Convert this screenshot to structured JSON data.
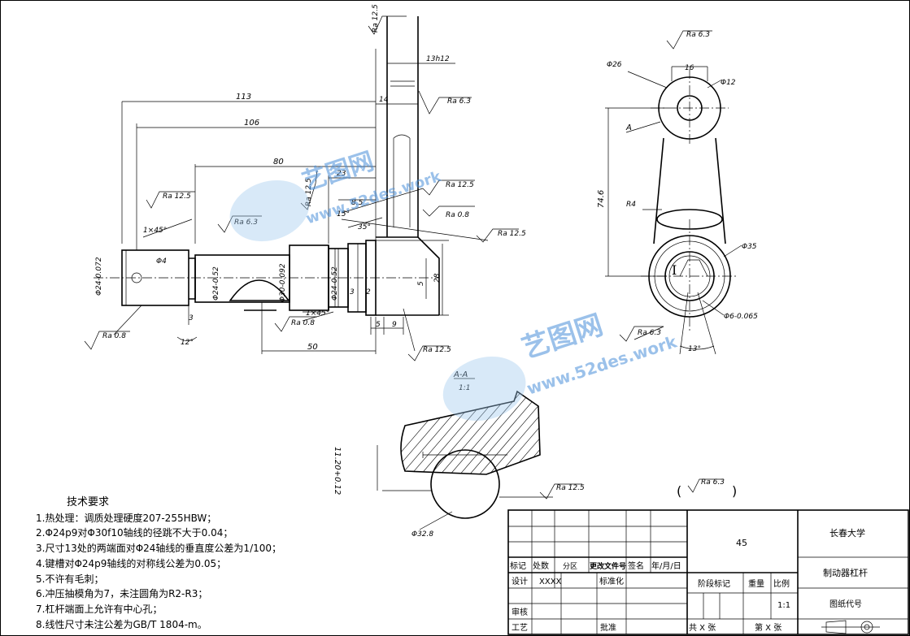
{
  "notes": {
    "title": "技术要求",
    "items": [
      "1.热处理：调质处理硬度207-255HBW；",
      "2.Φ24p9对Φ30f10轴线的径跳不大于0.04；",
      "3.尺寸13处的两端面对Φ24轴线的垂直度公差为1/100；",
      "4.键槽对Φ24p9轴线的对称线公差为0.05；",
      "5.不许有毛刺；",
      "6.冲压抽模角为7，未注圆角为R2-R3；",
      "7.杠杆端面上允许有中心孔；",
      "8.线性尺寸未注公差为GB/T 1804-m。"
    ]
  },
  "title_block": {
    "material": "45",
    "school": "长春大学",
    "part_name": "制动器杠杆",
    "drawing_code_label": "图纸代号",
    "scale_value": "1:1",
    "row_labels": [
      "标记",
      "处数",
      "分区",
      "更改文件号",
      "签名",
      "年/月/日"
    ],
    "design_label": "设计",
    "designer": "XXXX",
    "standardize_label": "标准化",
    "stage_label": "阶段标记",
    "weight_label": "重量",
    "scale_label": "比例",
    "review_label": "审核",
    "process_label": "工艺",
    "approve_label": "批准",
    "total_sheets": "共 X 张",
    "sheet_no": "第 X 张"
  },
  "section_label": "A-A",
  "section_scale": "1:1",
  "view_label": "A",
  "general_roughness": "Ra 6.3",
  "roughness": {
    "r125": "Ra 12.5",
    "r63": "Ra 6.3",
    "r08": "Ra 0.8"
  },
  "dims": {
    "d113": "113",
    "d106": "106",
    "d80": "80",
    "d23": "23",
    "d14": "14",
    "d13": "13h12",
    "d85": "8.5",
    "d15": "15°",
    "d35": "35°",
    "d1x45a": "1×45°",
    "d1x45b": "1×45°",
    "phi4": "Φ4",
    "phi24a": "Φ24-0.072",
    "phi24b": "Φ24-0.52",
    "phi30": "Φ30-0.092",
    "phi24c": "Φ24-0.52",
    "d3a": "3",
    "d3b": "3",
    "d2": "2",
    "d5a": "5",
    "d5b": "5",
    "d9": "9",
    "d28": "28",
    "d50": "50",
    "d12": "12°",
    "d16": "16",
    "phi26": "Φ26",
    "phi12": "Φ12",
    "d746": "74.6",
    "r4": "R4",
    "phi35": "Φ35",
    "phi6": "Φ6-0.065",
    "d13deg": "13°",
    "roman": "I",
    "d1120": "11.20+0.12",
    "phi32": "Φ32.8"
  },
  "watermark": {
    "brand": "艺图网",
    "url": "www.52des.work"
  }
}
